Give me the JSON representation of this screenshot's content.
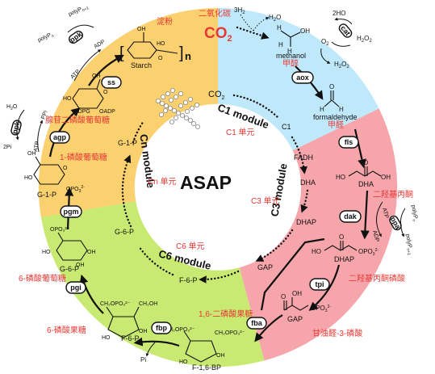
{
  "center": {
    "title": "ASAP"
  },
  "modules": {
    "c1": {
      "name": "C1 module",
      "cn": "C1 单元"
    },
    "c3": {
      "name": "C3 module",
      "cn": "C3 单元"
    },
    "c6": {
      "name": "C6 module",
      "cn": "C6 单元"
    },
    "cn": {
      "name": "Cn module",
      "cn": "Cn 单元"
    }
  },
  "inner_cycle": {
    "co2": "CO",
    "co2_sub": "2",
    "c1": "C1",
    "fadh": "FADH",
    "dha": "DHA",
    "dhap": "DHAP",
    "gap": "GAP",
    "f6p": "F-6-P",
    "g6p": "G-6-P",
    "g1p": "G-1-P"
  },
  "co2_label": {
    "cn": "二氧化碳",
    "formula": "CO",
    "sub": "2"
  },
  "cofactors": {
    "h2": "3H",
    "h2_sub": "2",
    "h2o": "H",
    "h2o_sub": "2",
    "h2o_o": "O",
    "two_h2o": "2H",
    "two_h2o_o": "O",
    "o2": "O",
    "o2_sub": "2",
    "h2o2": "H",
    "h2o2_o": "O",
    "h2o2_sub": "2"
  },
  "enzymes": [
    "aox",
    "fls",
    "dak",
    "tpi",
    "fba",
    "fbp",
    "pgi",
    "pgm",
    "agp",
    "ss",
    "cat",
    "ppk",
    "ppa",
    "ppk"
  ],
  "compounds": {
    "methanol": {
      "en": "methanol",
      "cn": "甲醇"
    },
    "formaldehyde": {
      "en": "formaldehyde",
      "cn": "甲醛"
    },
    "dha": {
      "en": "DHA",
      "cn": "二羟基丙酮"
    },
    "dhap": {
      "en": "DHAP",
      "cn": "二羟基丙酮磷酸"
    },
    "gap": {
      "en": "GAP",
      "cn": "甘油醛-3-磷酸"
    },
    "f16bp": {
      "en": "F-1,6-BP",
      "cn": "1,6-二磷酸果糖"
    },
    "f6p": {
      "en": "F-6-P",
      "cn": "6-磷酸果糖"
    },
    "g6p": {
      "en": "G-6-P",
      "cn": "6-磷酸葡萄糖"
    },
    "g1p": {
      "en": "G-1-P",
      "cn": "1-磷酸葡萄糖"
    },
    "adpg": {
      "en": "ADPG",
      "cn": "腺苷二磷酸葡萄糖"
    },
    "starch": {
      "en": "Starch",
      "cn": "淀粉"
    }
  },
  "energy": {
    "atp": "ATP",
    "adp": "ADP",
    "pi": "Pi",
    "ppi": "PPi",
    "twopi": "2Pi",
    "polyp_n": "polyP",
    "polyp_n1": "polyP",
    "sub_n": "n",
    "sub_n1": "n+1",
    "oadp": "OADP",
    "opo3": "OPO",
    "sub3": "3",
    "sup2": "2-"
  },
  "starch_n": "n",
  "colors": {
    "c1": "#bfe9fb",
    "c3": "#f6a5ab",
    "c6": "#c9ea72",
    "cn": "#fbd06e",
    "accent": "#e53935"
  }
}
